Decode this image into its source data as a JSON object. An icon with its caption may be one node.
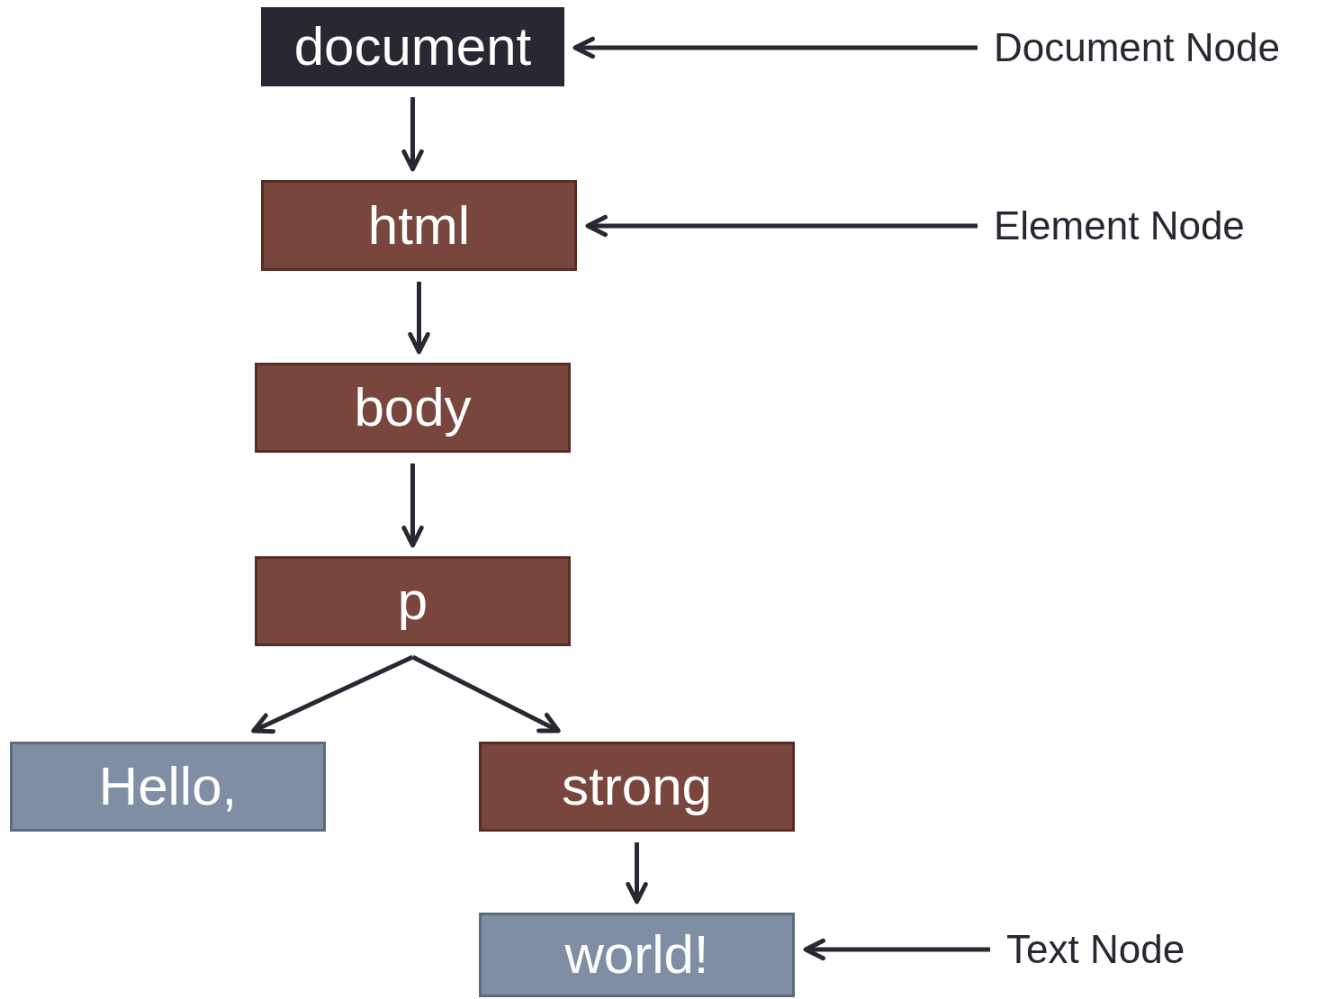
{
  "diagram": {
    "nodes": [
      {
        "text": [
          "document"
        ]
      },
      {
        "text": [
          "html"
        ]
      },
      {
        "text": [
          "body"
        ]
      },
      {
        "text": [
          "p"
        ]
      },
      {
        "text": [
          "Hello,"
        ]
      },
      {
        "text": [
          "strong"
        ]
      },
      {
        "text": [
          "world!"
        ]
      },
      {
        "text": [
          "Document Node"
        ]
      },
      {
        "text": [
          "Element Node"
        ]
      },
      {
        "text": [
          "Text Node"
        ]
      }
    ],
    "edges": [
      {
        "from": 0,
        "to": 1,
        "arrow": "to"
      },
      {
        "from": 1,
        "to": 2,
        "arrow": "to"
      },
      {
        "from": 2,
        "to": 3,
        "arrow": "to"
      },
      {
        "from": 3,
        "to": 4,
        "arrow": "to"
      },
      {
        "from": 3,
        "to": 5,
        "arrow": "to"
      },
      {
        "from": 5,
        "to": 6,
        "arrow": "to"
      },
      {
        "from": 7,
        "to": 0,
        "arrow": "to"
      },
      {
        "from": 8,
        "to": 1,
        "arrow": "to"
      },
      {
        "from": 9,
        "to": 6,
        "arrow": "to"
      }
    ]
  }
}
